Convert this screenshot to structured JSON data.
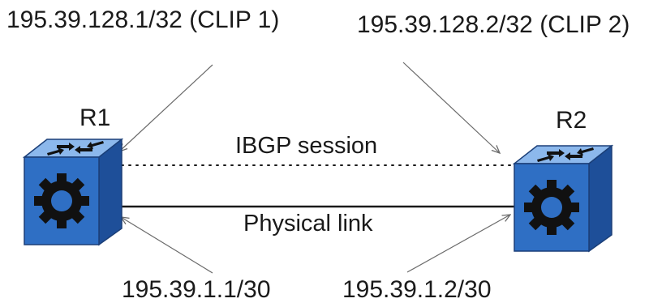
{
  "labels": {
    "clip1": "195.39.128.1/32 (CLIP 1)",
    "clip2": "195.39.128.2/32 (CLIP 2)",
    "r1": "R1",
    "r2": "R2",
    "ibgp": "IBGP session",
    "physical": "Physical link",
    "ip1": "195.39.1.1/30",
    "ip2": "195.39.1.2/30"
  },
  "colors": {
    "router_front": "#2f6fc4",
    "router_top": "#8cb8ec",
    "router_side": "#1e4f99",
    "line": "#1a1a1a",
    "arrow": "#6a6a6a"
  },
  "icons": {
    "router": "router-cube-icon"
  }
}
